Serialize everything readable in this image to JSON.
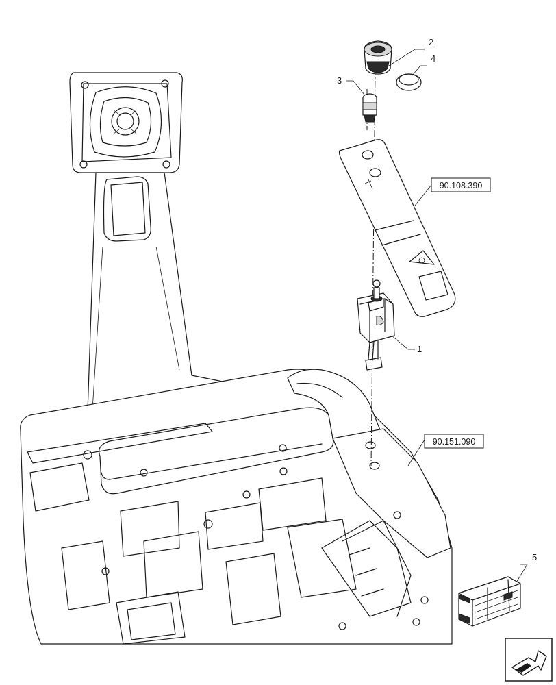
{
  "callouts": {
    "part_1": "1",
    "part_2": "2",
    "part_3": "3",
    "part_4": "4",
    "part_5": "5"
  },
  "references": {
    "panel_ref": "90.108.390",
    "console_ref": "90.151.090"
  },
  "icons": {
    "kit_box": "parts-kit-box-icon",
    "navigation": "next-page-arrow-icon"
  }
}
